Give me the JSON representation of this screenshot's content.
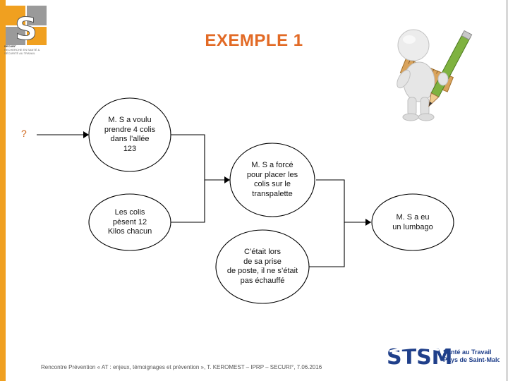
{
  "title": "EXEMPLE 1",
  "question_mark": "?",
  "logo": {
    "letters": "S",
    "caption_line1": "SECURI°",
    "caption_line2": "RECHERCHE EN SANTÉ & SÉCURITÉ AU TRAVAIL"
  },
  "nodes": {
    "n1": [
      "M. S a voulu",
      "prendre 4 colis",
      "dans l’allée",
      "123"
    ],
    "n2": [
      "M. S a forcé",
      "pour placer les",
      "colis sur le",
      "transpalette"
    ],
    "n3": [
      "Les colis",
      "pèsent 12",
      "Kilos chacun"
    ],
    "n4": [
      "M. S a eu",
      "un lumbago"
    ],
    "n5": [
      "C’était lors",
      "de sa prise",
      "de poste, il ne s’était",
      "pas échauffé"
    ]
  },
  "footer": "Rencontre Prévention « AT : enjeux, témoignages et prévention », T. KEROMEST – IPRP – SECURI°, 7.06.2016",
  "stsm": {
    "acronym": "STSM",
    "line1": "Santé au Travail",
    "line2": "Pays de Saint-Malo",
    "color": "#1f3f8a"
  },
  "colors": {
    "accent": "#e26a25",
    "node_fill": "#ffffff",
    "stroke": "#000000"
  }
}
